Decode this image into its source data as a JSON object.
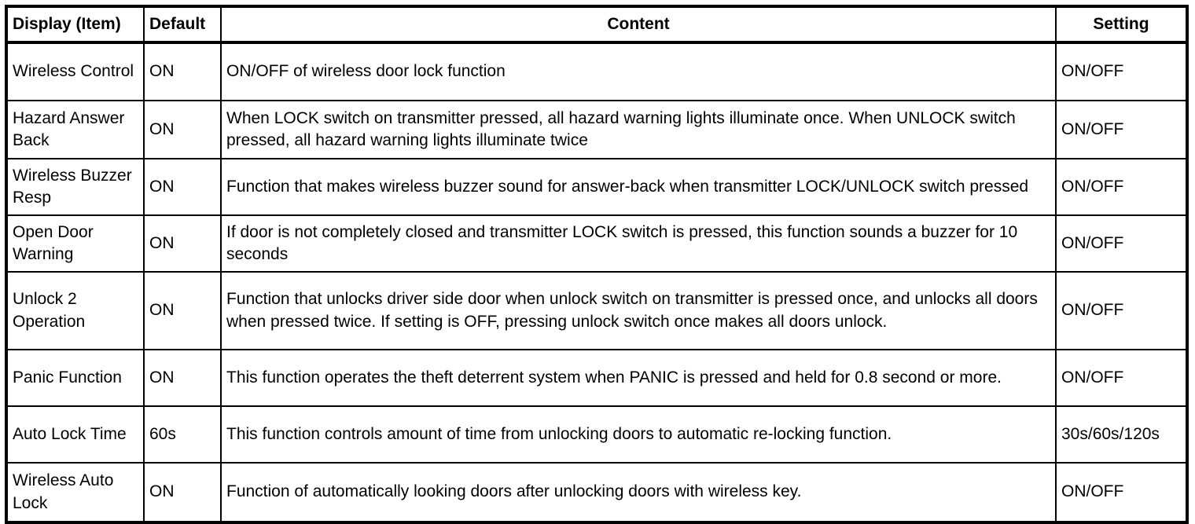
{
  "table": {
    "columns": [
      {
        "key": "item",
        "label": "Display (Item)"
      },
      {
        "key": "default",
        "label": "Default"
      },
      {
        "key": "content",
        "label": "Content"
      },
      {
        "key": "setting",
        "label": "Setting"
      }
    ],
    "rows": [
      {
        "item": "Wireless Control",
        "default": "ON",
        "content": "ON/OFF of wireless door lock function",
        "setting": "ON/OFF"
      },
      {
        "item": "Hazard Answer Back",
        "default": "ON",
        "content": "When LOCK switch on transmitter pressed, all hazard warning lights illuminate once. When UNLOCK switch pressed, all hazard warning lights illuminate twice",
        "setting": "ON/OFF"
      },
      {
        "item": "Wireless Buzzer Resp",
        "default": "ON",
        "content": "Function that makes wireless buzzer sound for answer-back when transmitter LOCK/UNLOCK switch pressed",
        "setting": "ON/OFF"
      },
      {
        "item": "Open Door Warning",
        "default": "ON",
        "content": "If door is not completely closed and transmitter LOCK switch is pressed, this function sounds a buzzer for 10 seconds",
        "setting": "ON/OFF"
      },
      {
        "item": "Unlock 2 Operation",
        "default": "ON",
        "content": "Function that unlocks driver side door when unlock switch on transmitter is pressed once, and unlocks all doors when pressed twice. If setting is OFF, pressing unlock switch once makes all doors unlock.",
        "setting": "ON/OFF"
      },
      {
        "item": "Panic Function",
        "default": "ON",
        "content": "This function operates the theft deterrent system when PANIC is pressed and held for 0.8 second or more.",
        "setting": "ON/OFF"
      },
      {
        "item": "Auto Lock Time",
        "default": "60s",
        "content": "This function controls amount of time from unlocking doors to automatic re-locking function.",
        "setting": "30s/60s/120s"
      },
      {
        "item": "Wireless Auto Lock",
        "default": "ON",
        "content": "Function of automatically looking doors after unlocking doors with wireless key.",
        "setting": "ON/OFF"
      }
    ],
    "colors": {
      "border": "#000000",
      "text": "#000000",
      "background": "#ffffff"
    }
  }
}
